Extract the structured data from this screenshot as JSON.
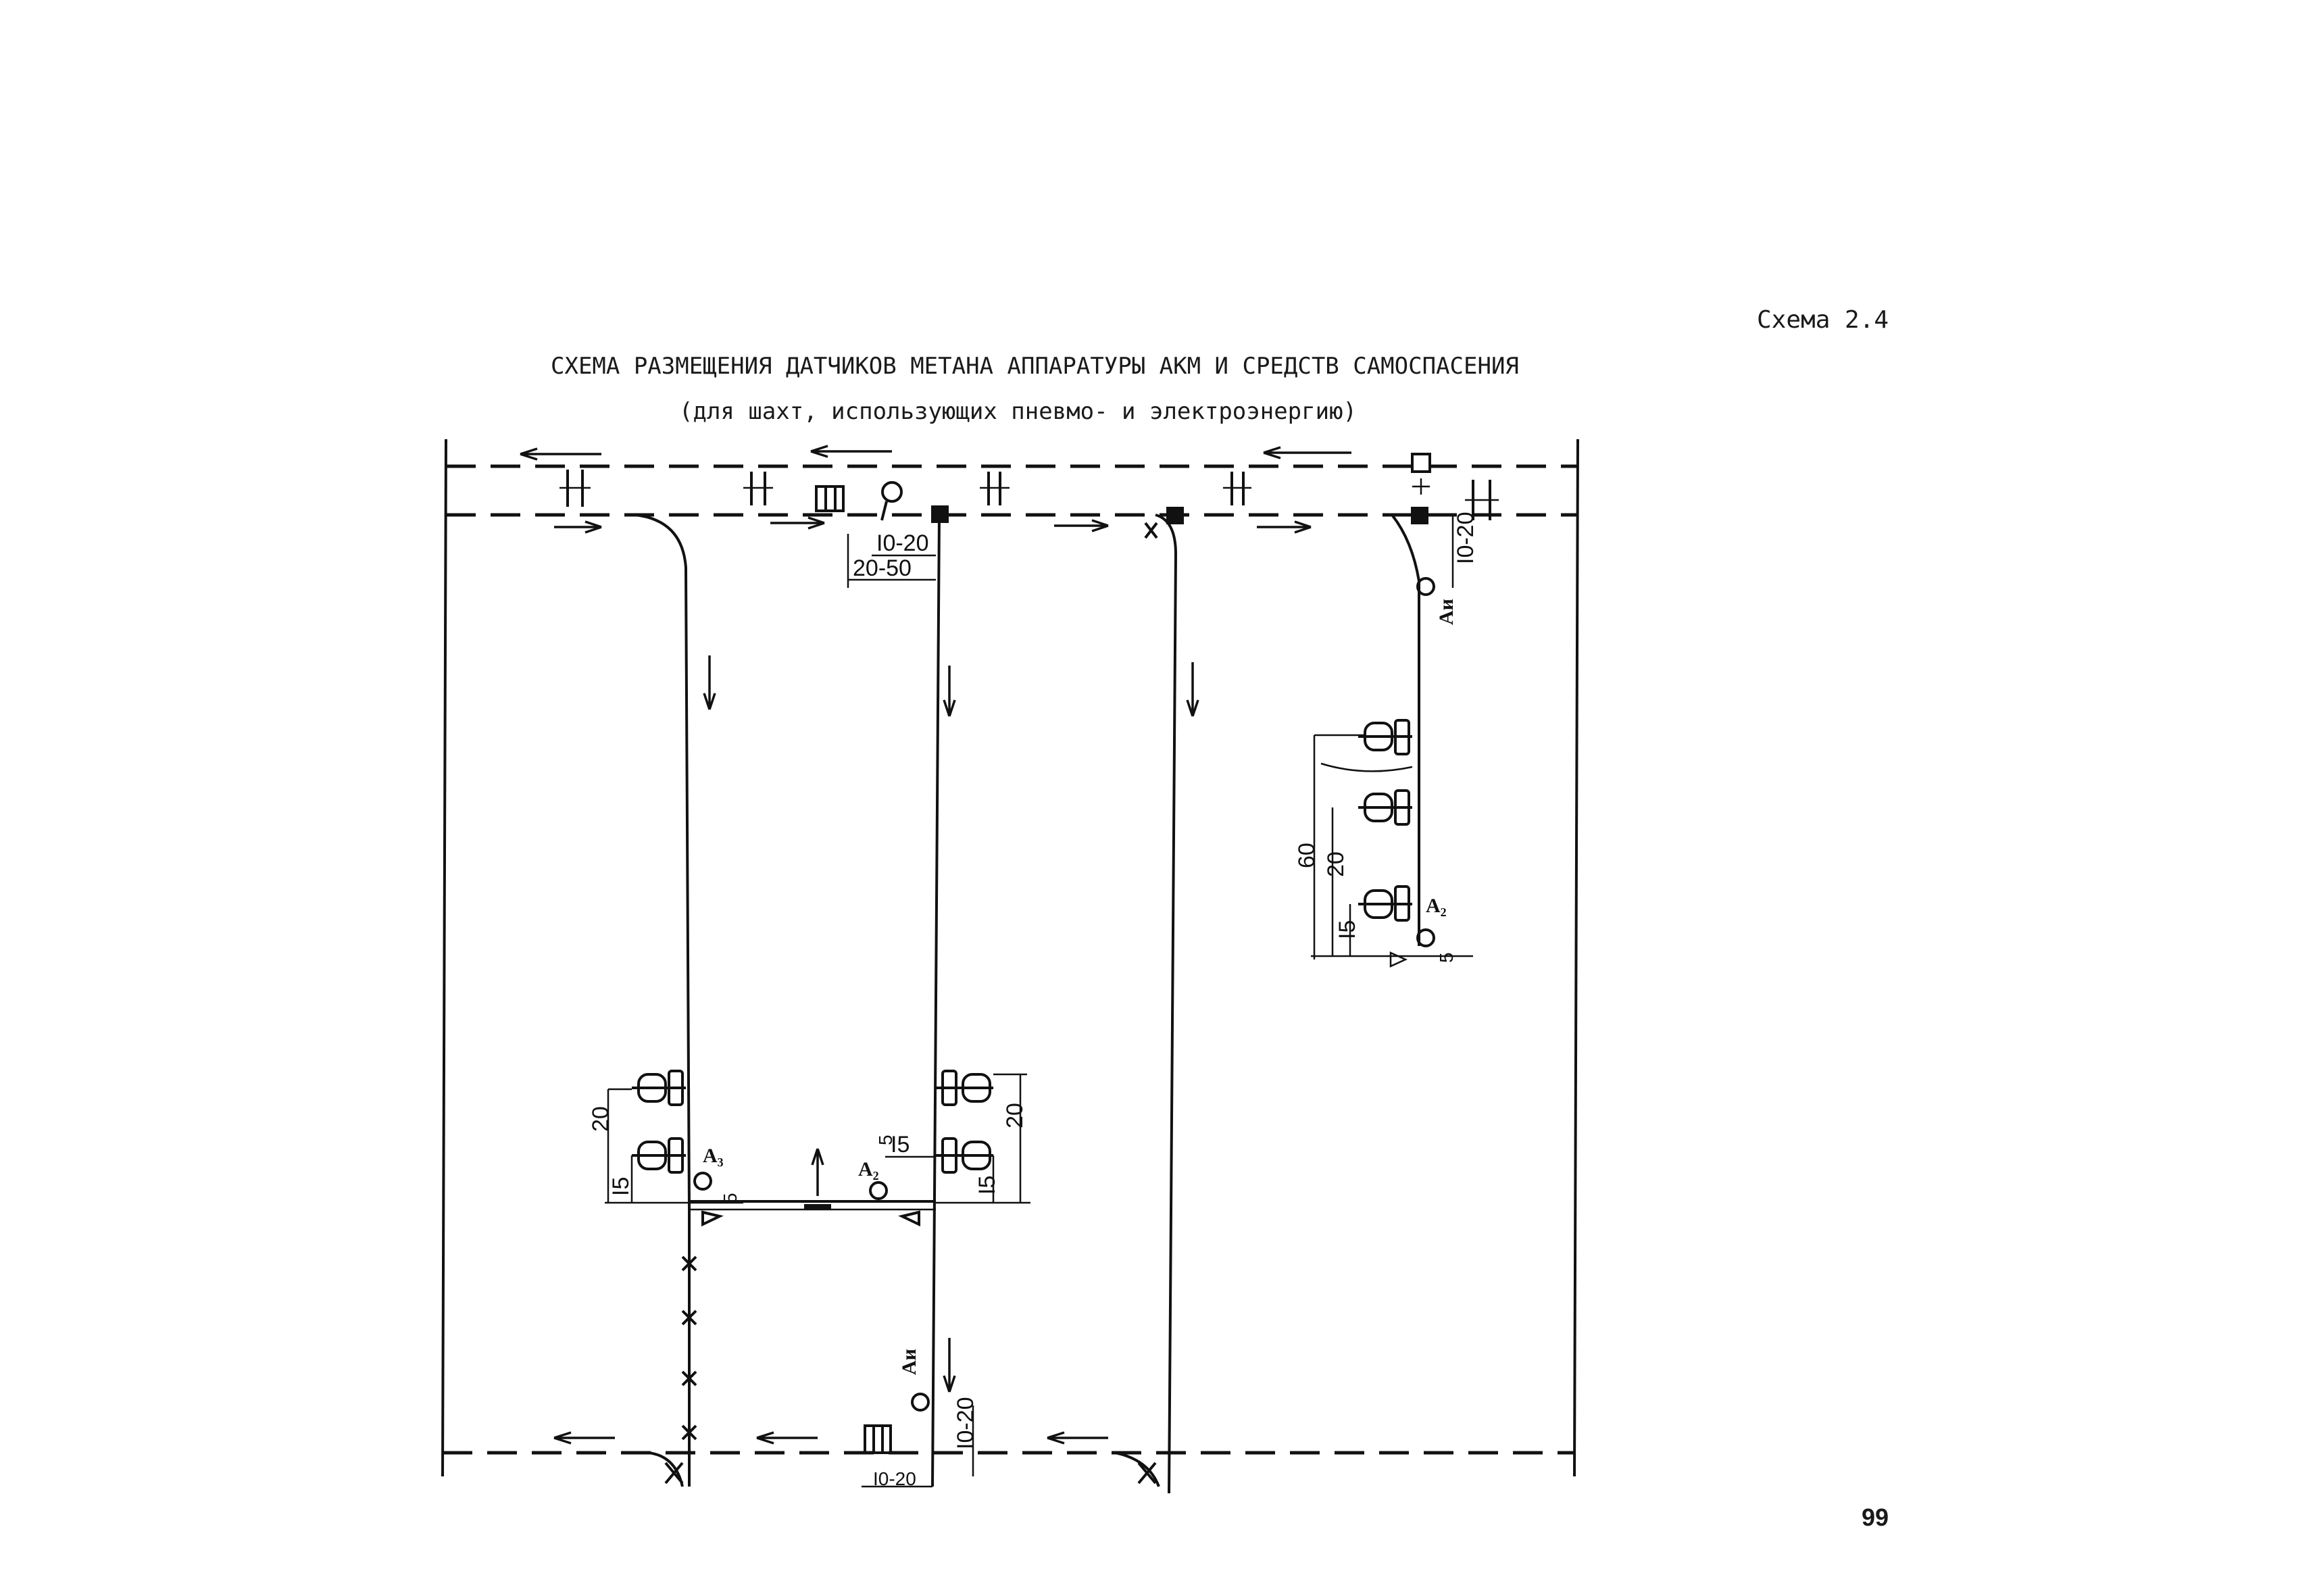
{
  "header": {
    "scheme_label": "Схема 2.4",
    "title": "СХЕМА РАЗМЕЩЕНИЯ ДАТЧИКОВ МЕТАНА АППАРАТУРЫ АКМ И СРЕДСТВ САМОСПАСЕНИЯ",
    "subtitle": "(для шахт, использующих пневмо- и электроэнергию)"
  },
  "dimensions": {
    "d_10_20_a": "I0-20",
    "d_20_50": "20-50",
    "d_10_20_b": "I0-20",
    "d_60": "60",
    "d_20_right": "20",
    "d_15_right": "I5",
    "d_5_right": "5",
    "d_20_left": "20",
    "d_15_left": "I5",
    "d_5_left": "5",
    "d_15_mid": "I5",
    "d_5_mid": "5",
    "d_20_mid": "20",
    "d_15_mid2": "I5",
    "d_10_20_c": "I0-20",
    "d_10_20_d": "I0-20"
  },
  "sensors": {
    "a_ish_top": "Аи",
    "a2_right": "А₂",
    "a3_left": "А₃",
    "a2_mid": "А₂",
    "a_ish_bottom": "Аи"
  },
  "page_number": "99"
}
